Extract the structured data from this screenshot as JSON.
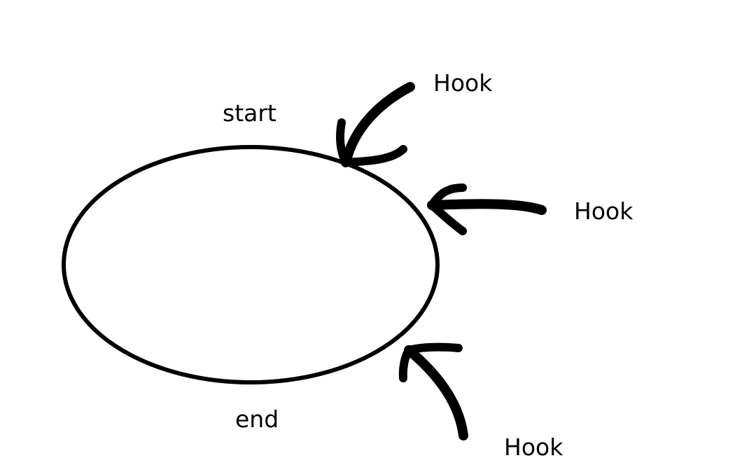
{
  "diagram": {
    "stroke_color": "#000000",
    "background_color": "#ffffff",
    "cycle": {
      "start_label": "start",
      "end_label": "end"
    },
    "hooks": [
      {
        "label": "Hook"
      },
      {
        "label": "Hook"
      },
      {
        "label": "Hook"
      }
    ]
  }
}
